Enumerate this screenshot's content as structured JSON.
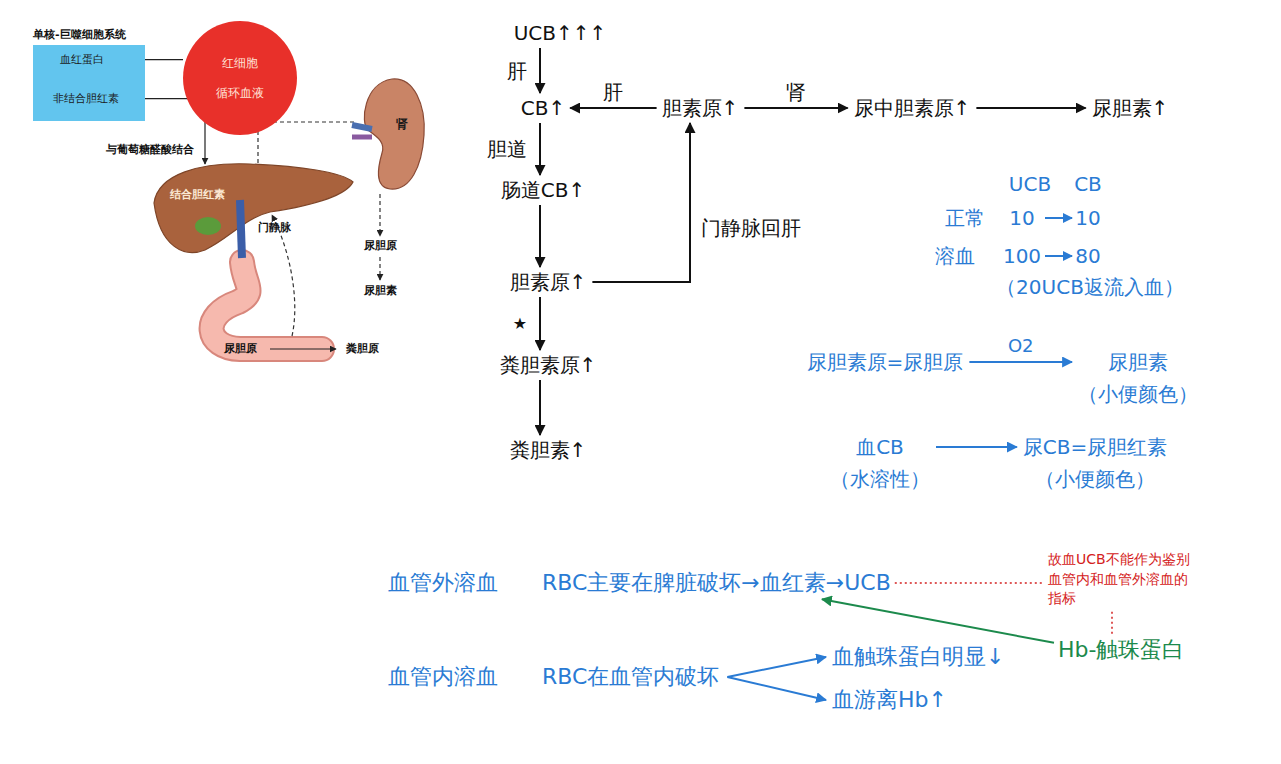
{
  "diagram": {
    "nodes": [
      {
        "text": [
          "单核-巨噬细胞系统"
        ]
      },
      {
        "text": [
          "血红蛋白"
        ],
        "in": 0
      },
      {
        "text": [
          "非结合胆红素"
        ],
        "in": 0
      },
      {
        "text": [
          "红细胞",
          "循环血液"
        ]
      },
      {
        "text": [
          "结合胆红素"
        ]
      },
      {
        "text": [
          "肾"
        ]
      },
      {
        "text": [
          "UCB↑↑↑"
        ]
      },
      {
        "text": [
          "CB↑"
        ]
      },
      {
        "text": [
          "胆素原↑"
        ]
      },
      {
        "text": [
          "尿中胆素原↑"
        ]
      },
      {
        "text": [
          "尿胆素↑"
        ]
      },
      {
        "text": [
          "肠道CB↑"
        ]
      },
      {
        "text": [
          "胆素原↑"
        ]
      },
      {
        "text": [
          "粪胆素原↑"
        ]
      },
      {
        "text": [
          "粪胆素↑"
        ]
      },
      {
        "text": [
          "尿胆素原=尿胆原"
        ]
      },
      {
        "text": [
          "尿胆素",
          "（小便颜色）"
        ]
      },
      {
        "text": [
          "血CB",
          "（水溶性）"
        ]
      },
      {
        "text": [
          "尿CB=尿胆红素",
          "（小便颜色）"
        ]
      },
      {
        "text": [
          "血管外溶血",
          "RBC主要在脾脏破坏→血红素→UCB"
        ]
      },
      {
        "text": [
          "故血UCB不能作为鉴别血管内和血管外溶血的指标"
        ]
      },
      {
        "text": [
          "Hb-触珠蛋白"
        ]
      },
      {
        "text": [
          "血管内溶血",
          "RBC在血管内破坏"
        ]
      },
      {
        "text": [
          "血触珠蛋白明显↓"
        ]
      },
      {
        "text": [
          "血游离Hb↑"
        ]
      }
    ],
    "edges": [
      {
        "from": 3,
        "to": 1,
        "arrow": "to"
      },
      {
        "from": 1,
        "to": 2,
        "arrow": "to"
      },
      {
        "from": 2,
        "to": 4,
        "arrow": "to"
      },
      {
        "from": 6,
        "to": 7,
        "label": "肝",
        "arrow": "to"
      },
      {
        "from": 8,
        "to": 7,
        "label": "肝",
        "arrow": "to"
      },
      {
        "from": 8,
        "to": 9,
        "label": "肾",
        "arrow": "to"
      },
      {
        "from": 9,
        "to": 10,
        "arrow": "to"
      },
      {
        "from": 7,
        "to": 11,
        "label": "胆道",
        "arrow": "to"
      },
      {
        "from": 11,
        "to": 12,
        "arrow": "to"
      },
      {
        "from": 12,
        "to": 8,
        "label": "门静脉回肝",
        "arrow": "to"
      },
      {
        "from": 12,
        "to": 13,
        "label": "★",
        "arrow": "to"
      },
      {
        "from": 13,
        "to": 14,
        "arrow": "to"
      },
      {
        "from": 15,
        "to": 16,
        "label": "O2",
        "arrow": "to"
      },
      {
        "from": 17,
        "to": 18,
        "arrow": "to"
      },
      {
        "from": 21,
        "to": 19,
        "arrow": "to"
      },
      {
        "from": 19,
        "to": 20,
        "arrow": "none"
      },
      {
        "from": 20,
        "to": 21,
        "arrow": "none"
      },
      {
        "from": 22,
        "to": 23,
        "arrow": "to"
      },
      {
        "from": 22,
        "to": 24,
        "arrow": "to"
      }
    ],
    "labels": [
      "与葡萄糖醛酸结合",
      "门静脉",
      "尿胆原",
      "尿胆素",
      "尿胆原",
      "粪胆原",
      "UCB",
      "CB",
      "正常",
      "10",
      "10",
      "溶血",
      "100",
      "80",
      "（20UCB返流入血）"
    ]
  }
}
